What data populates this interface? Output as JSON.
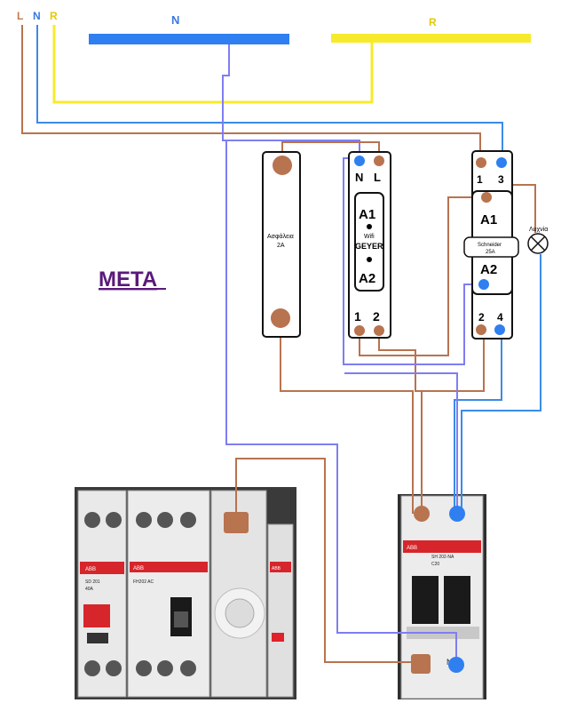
{
  "top_labels": {
    "l": "L",
    "n": "N",
    "r": "R"
  },
  "bus_labels": {
    "n": "N",
    "r": "R"
  },
  "title": "ΜΕΤΑ",
  "fuse": {
    "label_line1": "Ασφάλεια",
    "label_line2": "2A"
  },
  "wifi_relay": {
    "terminal_n": "N",
    "terminal_l": "L",
    "a1": "A1",
    "wifi": "Wifi",
    "brand": "GEYER",
    "a2": "A2",
    "out_1": "1",
    "out_2": "2"
  },
  "contactor": {
    "top_1": "1",
    "top_3": "3",
    "a1": "A1",
    "brand": "Schneider",
    "rating": "25A",
    "a2": "A2",
    "bottom_2": "2",
    "bottom_4": "4"
  },
  "lamp": {
    "label": "Λυχνία"
  },
  "photo_left": {
    "breaker1_brand": "ABB",
    "breaker1_model": "SD 201",
    "breaker1_rating": "40A",
    "rcd_brand": "ABB",
    "rcd_model": "FH202 AC",
    "third_brand": "ABB"
  },
  "photo_right": {
    "brand": "ABB",
    "model": "SH 202-NA",
    "rating": "C20",
    "n_mark": "N"
  },
  "colors": {
    "neutral_blue": "#2f7ff0",
    "live_brown": "#b8734f",
    "wire_purple": "#7e7ef2",
    "wire_blue": "#3a8be8",
    "r_yellow": "#f7ea2c",
    "title_purple": "#5a1a7a",
    "label_brown": "#c87a4a",
    "label_blue": "#3a78e0",
    "label_yellow": "#e6c800"
  }
}
